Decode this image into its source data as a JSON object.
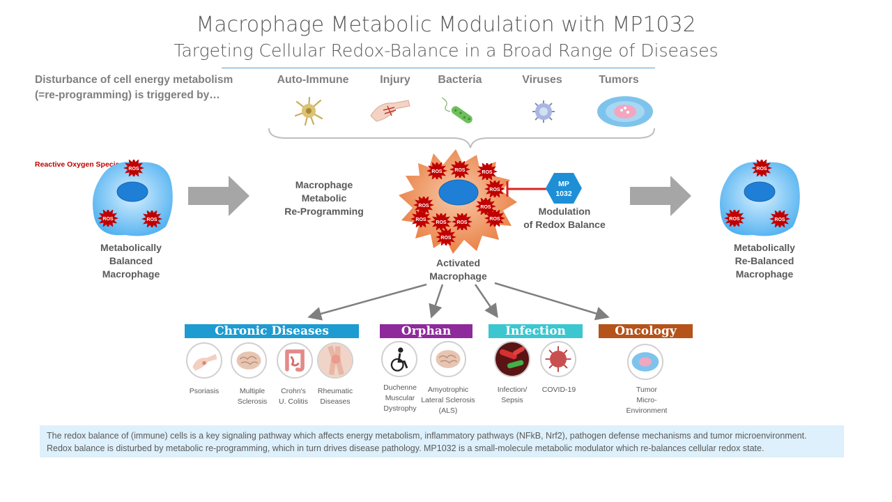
{
  "title": {
    "line1": "Macrophage Metabolic Modulation with MP1032",
    "line2": "Targeting Cellular Redox-Balance in a Broad Range of Diseases"
  },
  "trigger_text": {
    "line1": "Disturbance of cell energy metabolism",
    "line2": "(=re-programming) is triggered by…"
  },
  "triggers": [
    "Auto-Immune",
    "Injury",
    "Bacteria",
    "Viruses",
    "Tumors"
  ],
  "ros_label": "Reactive Oxygen Species",
  "ros_badge": "ROS",
  "left_cell": {
    "l1": "Metabolically",
    "l2": "Balanced",
    "l3": "Macrophage"
  },
  "reprogramming": {
    "l1": "Macrophage",
    "l2": "Metabolic",
    "l3": "Re-Programming"
  },
  "activated": {
    "l1": "Activated",
    "l2": "Macrophage"
  },
  "mp": {
    "l1": "MP",
    "l2": "1032"
  },
  "modulation": {
    "l1": "Modulation",
    "l2": "of Redox Balance"
  },
  "right_cell": {
    "l1": "Metabolically",
    "l2": "Re-Balanced",
    "l3": "Macrophage"
  },
  "categories": [
    {
      "name": "Chronic Diseases",
      "color": "#1e9bd1"
    },
    {
      "name": "Orphan",
      "color": "#8e2a9b"
    },
    {
      "name": "Infection",
      "color": "#3cc6d0"
    },
    {
      "name": "Oncology",
      "color": "#b5531a"
    }
  ],
  "diseases": {
    "psoriasis": "Psoriasis",
    "ms_l1": "Multiple",
    "ms_l2": "Sclerosis",
    "crohn_l1": "Crohn's",
    "crohn_l2": "U. Colitis",
    "rheum_l1": "Rheumatic",
    "rheum_l2": "Diseases",
    "dmd_l1": "Duchenne",
    "dmd_l2": "Muscular",
    "dmd_l3": "Dystrophy",
    "als_l1": "Amyotrophic",
    "als_l2": "Lateral Sclerosis",
    "als_l3": "(ALS)",
    "inf_l1": "Infection/",
    "inf_l2": "Sepsis",
    "covid": "COVID-19",
    "tme_l1": "Tumor",
    "tme_l2": "Micro-",
    "tme_l3": "Environment"
  },
  "footnote": {
    "l1": "The redox balance of (immune) cells is a key signaling pathway which affects energy metabolism, inflammatory pathways (NFkB, Nrf2), pathogen defense mechanisms and tumor microenvironment.",
    "l2": "Redox balance is disturbed by metabolic re-programming, which in turn drives disease pathology. MP1032 is a small-molecule metabolic modulator which re-balances cellular redox state."
  }
}
